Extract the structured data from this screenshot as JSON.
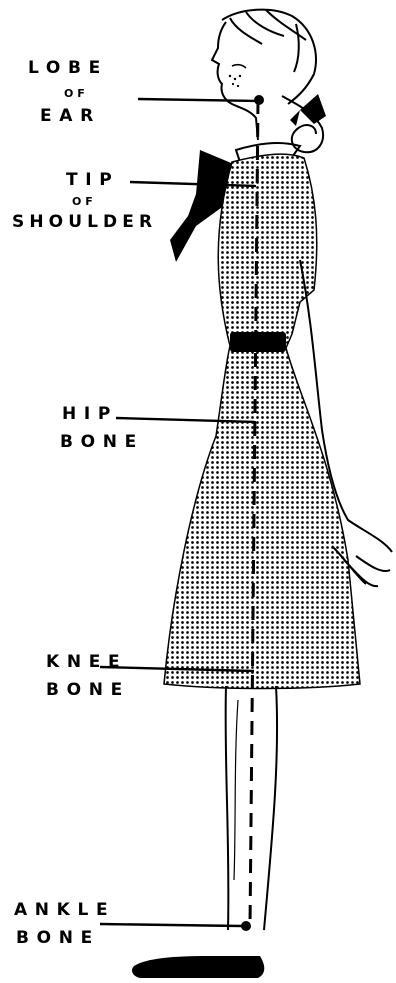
{
  "colors": {
    "ink": "#000000",
    "paper": "#ffffff"
  },
  "labels": {
    "lobe_of_ear": [
      "LOBE",
      "OF",
      "EAR"
    ],
    "tip_of_shoulder": [
      "TIP",
      "OF",
      "SHOULDER"
    ],
    "hip_bone": [
      "HIP",
      "BONE"
    ],
    "knee_bone": [
      "KNEE",
      "BONE"
    ],
    "ankle_bone": [
      "ANKLE",
      "BONE"
    ]
  }
}
